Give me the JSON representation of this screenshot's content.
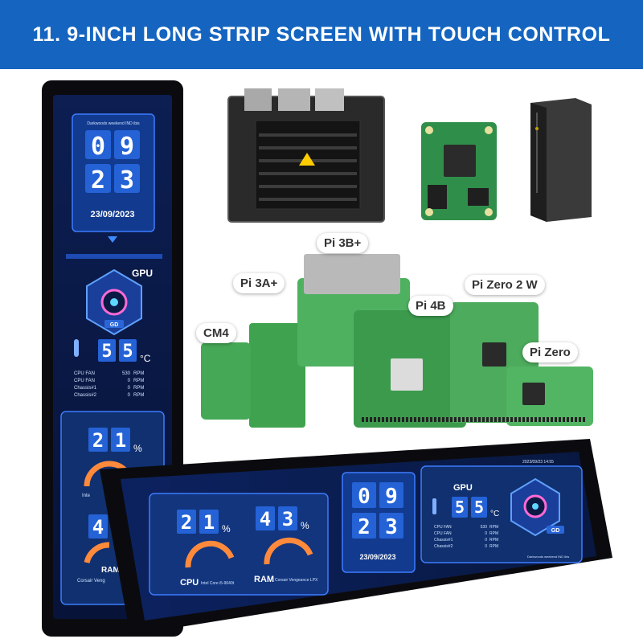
{
  "banner": {
    "title": "11. 9-INCH LONG STRIP SCREEN WITH TOUCH CONTROL"
  },
  "boards": [
    "Pi 3B+",
    "Pi 3A+",
    "Pi 4B",
    "Pi Zero 2 W",
    "CM4",
    "Pi Zero"
  ],
  "vertical_screen": {
    "header": "Darkwoods weekend IND ibis",
    "clock": {
      "h1": "0",
      "h2": "9",
      "m1": "2",
      "m2": "3",
      "date": "23/09/2023"
    },
    "gpu_label": "GPU",
    "gpu_badge": "GD",
    "temp": {
      "d1": "5",
      "d2": "5",
      "unit": "°C"
    },
    "fans": [
      {
        "name": "CPU FAN",
        "value": "530",
        "unit": "RPM"
      },
      {
        "name": "CPU FAN",
        "value": "0",
        "unit": "RPM"
      },
      {
        "name": "Chassis#1",
        "value": "0",
        "unit": "RPM"
      },
      {
        "name": "Chassis#2",
        "value": "0",
        "unit": "RPM"
      }
    ],
    "cpu_pct": {
      "d1": "2",
      "d2": "1",
      "unit": "%"
    },
    "cpu_sub": "Inte",
    "ram_d1": "4",
    "ram_label": "RAM",
    "ram_sub": "Corsair Veng"
  },
  "horizontal_screen": {
    "cpu": {
      "d1": "2",
      "d2": "1",
      "unit": "%",
      "label": "CPU",
      "model": "Intel Core i5-9040t"
    },
    "ram": {
      "d1": "4",
      "d2": "3",
      "unit": "%",
      "label": "RAM",
      "model": "Corsair Vengeance LPX"
    },
    "clock": {
      "h1": "0",
      "h2": "9",
      "m1": "2",
      "m2": "3",
      "date": "23/09/2023"
    },
    "header_small": "2023/09/23 14:55",
    "gpu_label": "GPU",
    "gpu_badge": "GD",
    "temp": {
      "d1": "5",
      "d2": "5",
      "unit": "°C"
    },
    "fans": [
      {
        "name": "CPU FAN",
        "value": "530",
        "unit": "RPM"
      },
      {
        "name": "CPU FAN",
        "value": "0",
        "unit": "RPM"
      },
      {
        "name": "Chassis#1",
        "value": "0",
        "unit": "RPM"
      },
      {
        "name": "Chassis#2",
        "value": "0",
        "unit": "RPM"
      }
    ],
    "footer_small": "Darkwoods weekend IND ibis"
  },
  "colors": {
    "banner": "#1565c0",
    "screen_bg": "#0a1a45",
    "accent": "#2f7bff",
    "gauge": "#ff8a3c"
  },
  "icons": [
    "jetson-board-image",
    "compute-module-image",
    "pc-tower-image",
    "raspberry-pi-boards-image",
    "thermometer-icon",
    "fan-icon"
  ]
}
